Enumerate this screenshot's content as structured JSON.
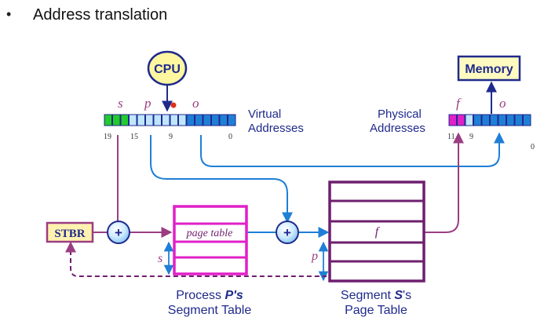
{
  "slide": {
    "bullet": "•",
    "title": "Address translation"
  },
  "cpu": {
    "label": "CPU"
  },
  "memory": {
    "label": "Memory"
  },
  "virtual": {
    "field_s": "s",
    "field_p": "p",
    "field_o": "o",
    "caption_line1": "Virtual",
    "caption_line2": "Addresses",
    "bit_19": "19",
    "bit_15": "15",
    "bit_9": "9",
    "bit_0": "0"
  },
  "physical": {
    "field_f": "f",
    "field_o": "o",
    "caption_line1": "Physical",
    "caption_line2": "Addresses",
    "bit_11": "11",
    "bit_9": "9",
    "bit_0": "0"
  },
  "stbr": {
    "label": "STBR"
  },
  "adders": {
    "symbol": "+"
  },
  "segment_table": {
    "entry_label": "page table",
    "offset_label": "s",
    "caption_line1_pre": "Process ",
    "caption_line1_emph": "P's",
    "caption_line2": "Segment Table"
  },
  "page_table": {
    "entry_label": "f",
    "offset_label": "p",
    "caption_line1_pre": "Segment ",
    "caption_line1_emph": "S",
    "caption_line1_post": "'s",
    "caption_line2": "Page Table"
  },
  "colors": {
    "purple": "#9b3d82",
    "dark_purple": "#6e1f6e",
    "blue": "#1f7fd6",
    "navy": "#1f2a8c",
    "magenta": "#e020c8",
    "green": "#22cc2a",
    "light_blue": "#bfe6ff",
    "cpu_fill": "#fff7a0",
    "memory_fill": "#fffbc0",
    "stbr_fill": "#fff2b0",
    "pointer_red": "#e0301c"
  }
}
